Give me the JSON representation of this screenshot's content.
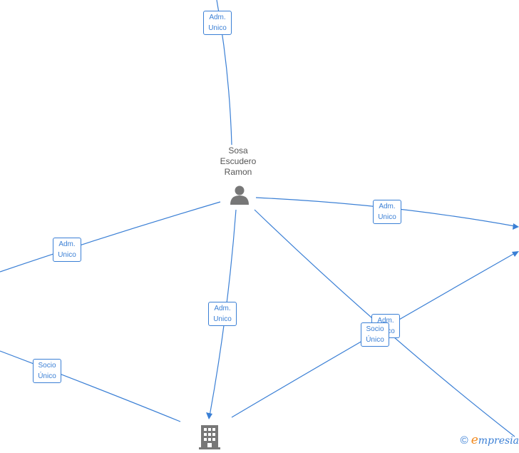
{
  "diagram": {
    "person": {
      "name_lines": [
        "Sosa",
        "Escudero",
        "Ramon"
      ],
      "icon": "person-icon"
    },
    "company": {
      "icon": "building-icon"
    },
    "edge_labels": {
      "top": [
        "Adm.",
        "Unico"
      ],
      "right_upper": [
        "Adm.",
        "Unico"
      ],
      "left": [
        "Adm.",
        "Unico"
      ],
      "center": [
        "Adm.",
        "Unico"
      ],
      "right_behind": [
        "Adm.",
        "Unico"
      ],
      "socio_right": [
        "Socio",
        "Único"
      ],
      "socio_left": [
        "Socio",
        "Único"
      ]
    }
  },
  "footer": {
    "copyright_symbol": "©",
    "brand_initial": "e",
    "brand_rest": "mpresia"
  },
  "colors": {
    "edge": "#3a7fd5",
    "label_text": "#555555",
    "icon": "#777777",
    "brand_accent": "#f28a1e"
  }
}
